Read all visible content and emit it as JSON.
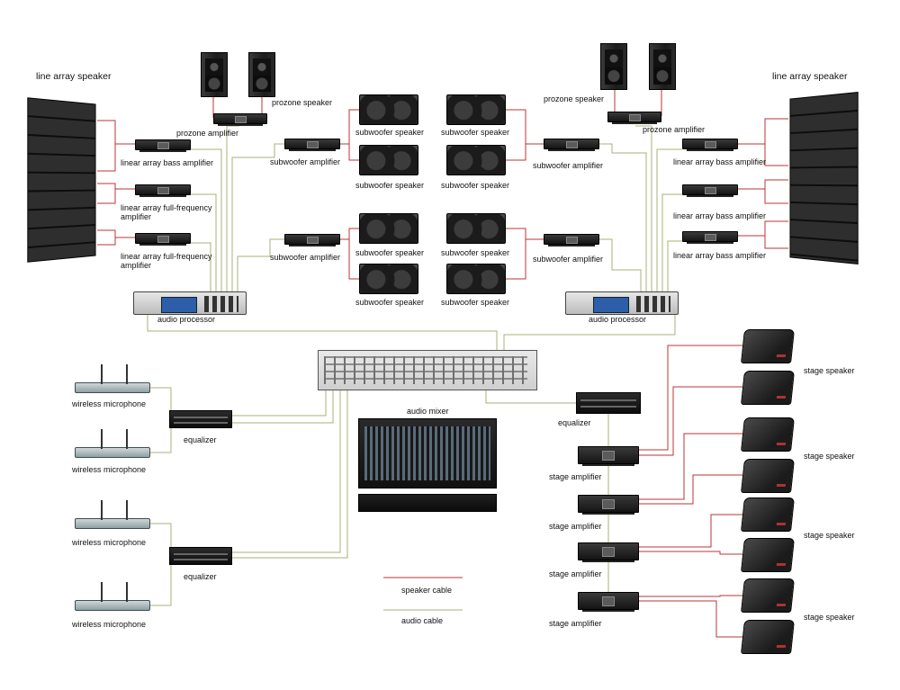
{
  "labels": {
    "line_array_speaker": "line array speaker",
    "prozone_speaker": "prozone speaker",
    "prozone_amplifier": "prozone amplifier",
    "linear_array_bass_amplifier": "linear array bass amplifier",
    "linear_array_full_frequency_amplifier": "linear array full-frequency amplifier",
    "subwoofer_amplifier": "subwoofer amplifier",
    "subwoofer_speaker": "subwoofer speaker",
    "audio_processor": "audio processor",
    "audio_mixer": "audio mixer",
    "equalizer": "equalizer",
    "wireless_microphone": "wireless microphone",
    "stage_amplifier": "stage amplifier",
    "stage_speaker": "stage speaker",
    "speaker_cable": "speaker cable",
    "audio_cable": "audio cable"
  },
  "colors": {
    "speaker_cable": "#b8363a",
    "audio_cable": "#aab07a"
  }
}
